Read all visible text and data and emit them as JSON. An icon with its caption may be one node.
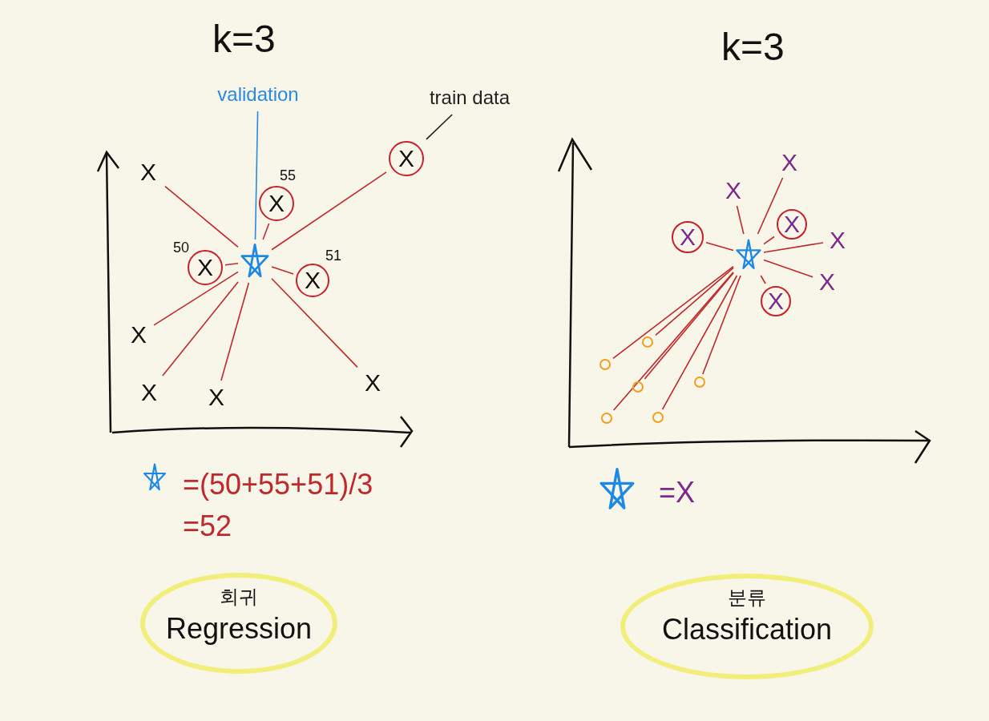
{
  "diagram": {
    "nodes": [
      {
        "text": [
          "validation"
        ]
      },
      {
        "text": [
          "train data"
        ]
      },
      {
        "text": [],
        "shape": "star"
      },
      {
        "text": [
          "X"
        ]
      },
      {
        "text": [
          "X"
        ],
        "beside": [
          "55"
        ]
      },
      {
        "text": [
          "X"
        ]
      },
      {
        "text": [
          "X"
        ],
        "beside": [
          "50"
        ]
      },
      {
        "text": [
          "X"
        ],
        "beside": [
          "51"
        ]
      },
      {
        "text": [
          "X"
        ]
      },
      {
        "text": [
          "X"
        ]
      },
      {
        "text": [
          "X"
        ]
      },
      {
        "text": [
          "X"
        ]
      },
      {
        "text": [],
        "shape": "star"
      },
      {
        "text": [
          "X"
        ]
      },
      {
        "text": [
          "X"
        ]
      },
      {
        "text": [
          "X"
        ]
      },
      {
        "text": [
          "X"
        ]
      },
      {
        "text": [
          "X"
        ]
      },
      {
        "text": [
          "X"
        ]
      },
      {
        "text": [
          "X"
        ]
      },
      {
        "text": [],
        "shape": "circle"
      },
      {
        "text": [],
        "shape": "circle"
      },
      {
        "text": [],
        "shape": "circle"
      },
      {
        "text": [],
        "shape": "circle"
      },
      {
        "text": [],
        "shape": "circle"
      },
      {
        "text": [],
        "shape": "circle"
      },
      {
        "text": [
          "회귀",
          "Regression"
        ]
      },
      {
        "text": [
          "분류",
          "Classification"
        ]
      }
    ],
    "edges": [
      {
        "from": 0,
        "to": 2,
        "arrow": "none",
        "color": "#2a8ae0"
      },
      {
        "from": 1,
        "to": 5,
        "arrow": "none",
        "color": "#222222"
      },
      {
        "from": 2,
        "to": 3,
        "arrow": "none"
      },
      {
        "from": 2,
        "to": 4,
        "arrow": "none"
      },
      {
        "from": 2,
        "to": 5,
        "arrow": "none"
      },
      {
        "from": 2,
        "to": 6,
        "arrow": "none"
      },
      {
        "from": 2,
        "to": 7,
        "arrow": "none"
      },
      {
        "from": 2,
        "to": 8,
        "arrow": "none"
      },
      {
        "from": 2,
        "to": 9,
        "arrow": "none"
      },
      {
        "from": 2,
        "to": 10,
        "arrow": "none"
      },
      {
        "from": 2,
        "to": 11,
        "arrow": "none"
      },
      {
        "from": 12,
        "to": 13,
        "arrow": "none"
      },
      {
        "from": 12,
        "to": 14,
        "arrow": "none"
      },
      {
        "from": 12,
        "to": 15,
        "arrow": "none"
      },
      {
        "from": 12,
        "to": 16,
        "arrow": "none"
      },
      {
        "from": 12,
        "to": 17,
        "arrow": "none"
      },
      {
        "from": 12,
        "to": 18,
        "arrow": "none"
      },
      {
        "from": 12,
        "to": 19,
        "arrow": "none"
      },
      {
        "from": 12,
        "to": 20,
        "arrow": "none"
      },
      {
        "from": 12,
        "to": 21,
        "arrow": "none"
      },
      {
        "from": 12,
        "to": 22,
        "arrow": "none"
      },
      {
        "from": 12,
        "to": 23,
        "arrow": "none"
      },
      {
        "from": 12,
        "to": 24,
        "arrow": "none"
      },
      {
        "from": 12,
        "to": 25,
        "arrow": "none"
      }
    ],
    "labels": [
      "k=3",
      "k=3",
      "=(50+55+51)/3",
      "=52",
      "=X"
    ]
  }
}
